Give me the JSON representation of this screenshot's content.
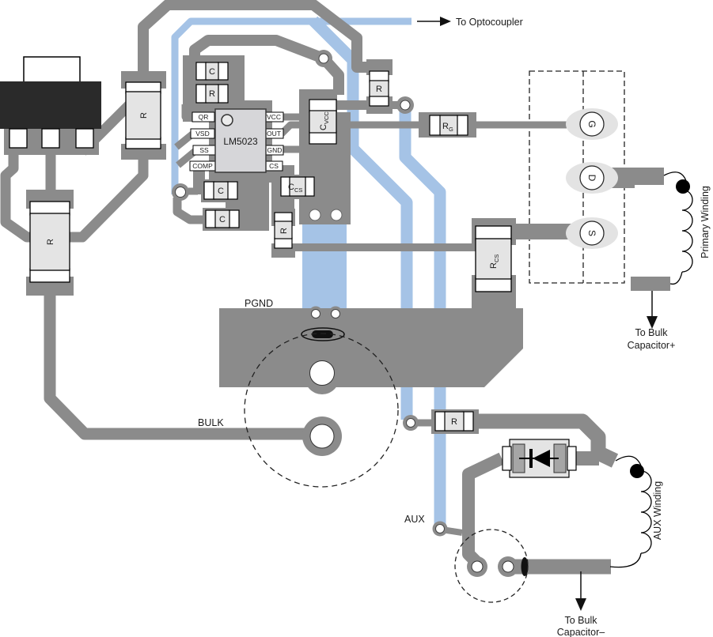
{
  "diagram": {
    "annotations": {
      "to_optocoupler": "To Optocoupler",
      "to_bulk_plus_line1": "To Bulk",
      "to_bulk_plus_line2": "Capacitor+",
      "to_bulk_minus_line1": "To Bulk",
      "to_bulk_minus_line2": "Capacitor–",
      "pgnd": "PGND",
      "bulk": "BULK",
      "aux": "AUX",
      "primary_winding": "Primary Winding",
      "aux_winding": "AUX Winding"
    },
    "ic": {
      "part_number": "LM5023",
      "pins_left": [
        "QR",
        "VSD",
        "SS",
        "COMP"
      ],
      "pins_right": [
        "VCC",
        "OUT",
        "GND",
        "CS"
      ]
    },
    "refdes": {
      "resistor": "R",
      "capacitor": "C",
      "rg": {
        "main": "R",
        "sub": "G"
      },
      "rcs": {
        "main": "R",
        "sub": "CS"
      },
      "cvcc": {
        "main": "C",
        "sub": "VCC"
      },
      "ccs": {
        "main": "C",
        "sub": "CS"
      }
    },
    "mosfet_pads": {
      "gate": "G",
      "drain": "D",
      "source": "S"
    },
    "colors": {
      "top_copper": "#8b8b8b",
      "bottom_copper": "#a5c3e6",
      "component_body": "#e4e4e4",
      "ic_body": "#d6d6d9",
      "package_black": "#2a2a2a"
    }
  }
}
